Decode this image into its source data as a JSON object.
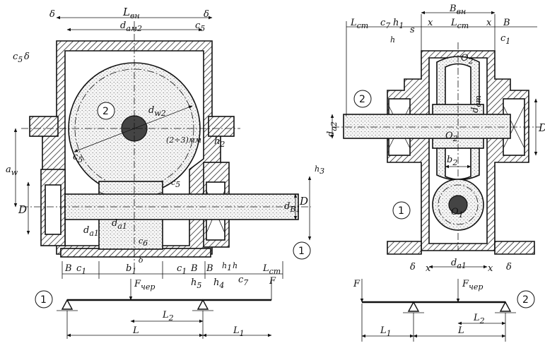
{
  "left_view": {
    "labels": {
      "delta_tl": "δ",
      "L_vn": "L",
      "L_vn_sub": "вн",
      "delta_tr": "δ",
      "d_am2": "d",
      "d_am2_sub": "ам2",
      "c5_top": "c",
      "c5_top_sub": "5",
      "c5_delta": "c",
      "c5_delta_sub": "5",
      "delta_left": "δ",
      "gear_num": "2",
      "d_w2": "d",
      "d_w2_sub": "w2",
      "gap_mm": "(2÷3)мм",
      "h2": "h",
      "h2_sub": "2",
      "c5_side": "c",
      "c5_side_sub": "5",
      "c5_low": "c",
      "c5_low_sub": "5",
      "h3": "h",
      "h3_sub": "3",
      "a_w": "a",
      "a_w_sub": "w",
      "D_left": "D",
      "d_a1_a": "d",
      "d_a1_a_sub": "a1",
      "d_a1_b": "d",
      "d_a1_b_sub": "a1",
      "d_B1": "d",
      "d_B1_sub": "B1",
      "D_right": "D",
      "c6": "c",
      "c6_sub": "6",
      "delta_c6": "δ",
      "circle_1": "1",
      "B_l": "B",
      "c1_l": "c",
      "c1_l_sub": "1",
      "b1": "b",
      "b1_sub": "1",
      "c1_r": "c",
      "c1_r_sub": "1",
      "B_r1": "B",
      "B_r2": "B",
      "h1": "h",
      "h1_sub": "1",
      "h_single": "h",
      "L_st": "L",
      "L_st_sub": "cт",
      "h5": "h",
      "h5_sub": "5",
      "h4": "h",
      "h4_sub": "4",
      "c7": "c",
      "c7_sub": "7",
      "F": "F",
      "F_cher": "F",
      "F_cher_sub": "чер"
    },
    "beam": {
      "circle_1": "1",
      "L2": "L",
      "L2_sub": "2",
      "L": "L",
      "L1": "L",
      "L1_sub": "1"
    }
  },
  "right_view": {
    "labels": {
      "B_vn": "B",
      "B_vn_sub": "вн",
      "L_st_l": "L",
      "L_st_l_sub": "cт",
      "c7": "c",
      "c7_sub": "7",
      "h1": "h",
      "h1_sub": "1",
      "x1": "x",
      "L_st_r": "L",
      "L_st_r_sub": "cт",
      "x2": "x",
      "B": "B",
      "h": "h",
      "s": "s",
      "c1": "c",
      "c1_sub": "1",
      "O2_top": "O",
      "O2_top_sub": "2",
      "circle_2": "2",
      "d_a2": "d",
      "d_a2_sub": "a2",
      "d_st": "d",
      "d_st_sub": "cт",
      "O2": "O",
      "O2_sub": "2",
      "D": "D",
      "b2": "b",
      "b2_sub": "2",
      "circle_1": "1",
      "O1": "O",
      "O1_sub": "1",
      "delta_l": "δ",
      "x3": "x",
      "d_a1": "d",
      "d_a1_sub": "a1",
      "x4": "x",
      "delta_r": "δ",
      "F": "F",
      "F_cher": "F",
      "F_cher_sub": "чер"
    },
    "beam": {
      "circle_2": "2",
      "L2": "L",
      "L2_sub": "2",
      "L1": "L",
      "L1_sub": "1",
      "L": "L"
    }
  }
}
